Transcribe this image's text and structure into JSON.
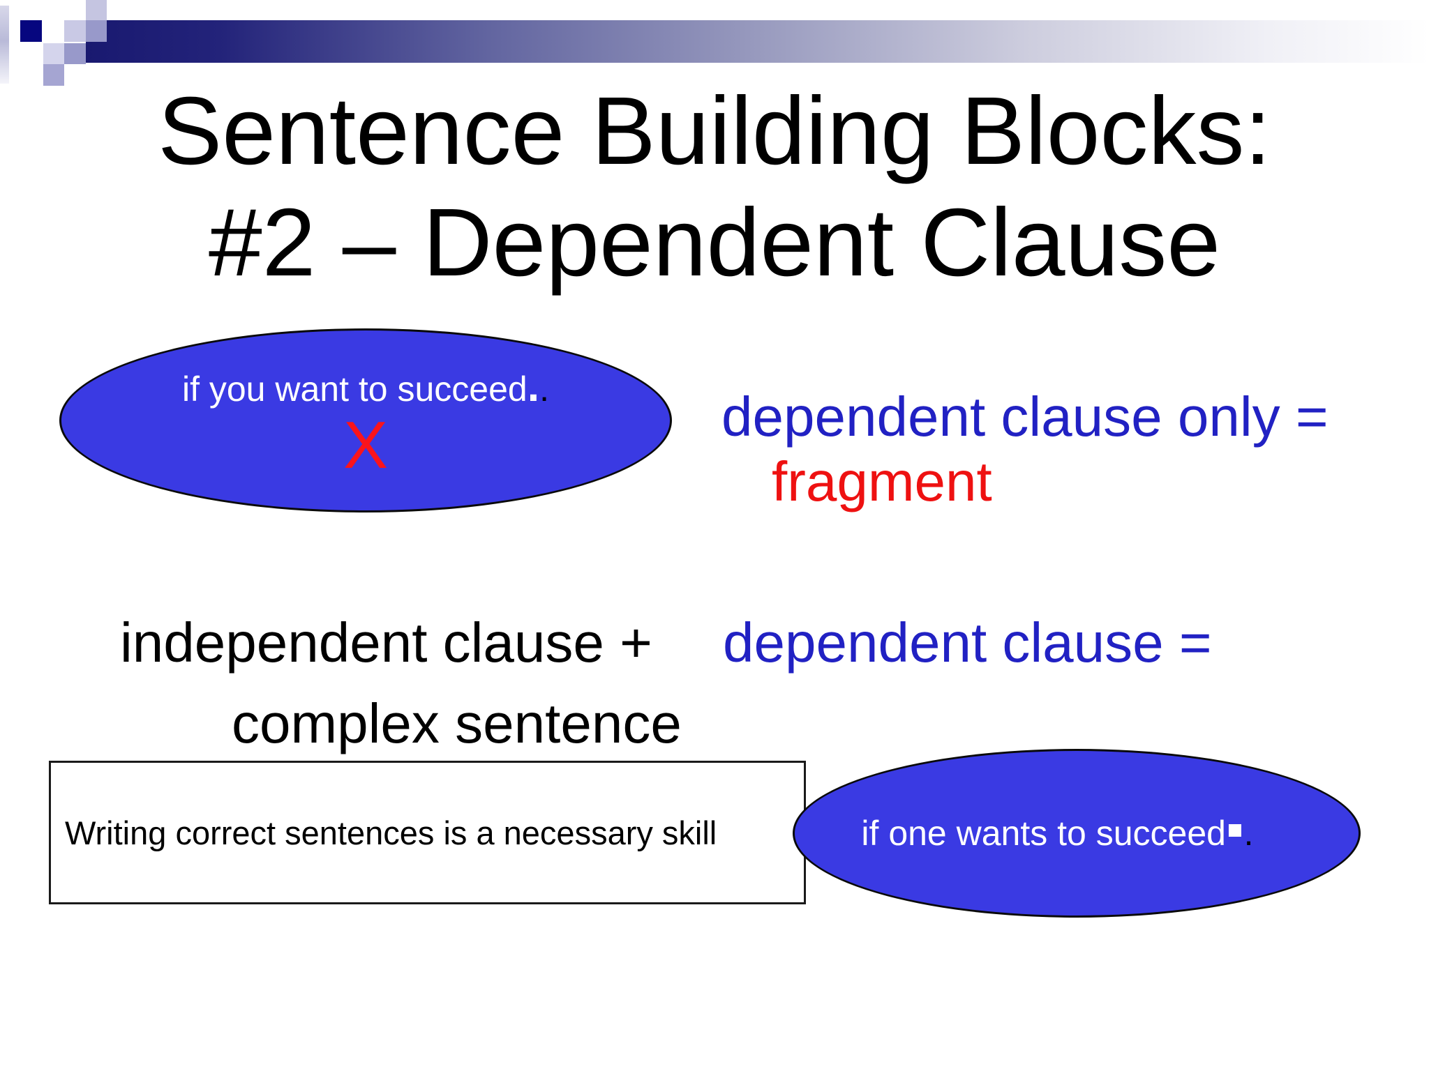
{
  "slide": {
    "title": {
      "line1": "Sentence Building Blocks:",
      "line2": "#2 – Dependent Clause"
    },
    "fragment_section": {
      "ellipse_text": "if you want to succeed",
      "ellipse_dot_bold": ".",
      "ellipse_dot_end": ".",
      "x_mark": "X",
      "label_blue": "dependent clause only =",
      "label_red": "fragment"
    },
    "complex_section": {
      "label_black": "independent clause +",
      "label_blue": "dependent clause =",
      "result_label": "complex sentence",
      "box_text": "Writing correct sentences is a necessary skill",
      "ellipse_text": "if one wants to succeed",
      "ellipse_dot_bold": "▪",
      "ellipse_dot_end": "."
    },
    "colors": {
      "ellipse_fill": "#3A3AE3",
      "ellipse_border": "#0A0A0A",
      "blue_text": "#2121C3",
      "red_text": "#EE1111",
      "x_red": "#FA141C",
      "bar_navy": "#191970",
      "corner_navy_square": "#06067F",
      "lavender_light": "#C9C9E5",
      "lavender_medium": "#9899CA"
    }
  }
}
